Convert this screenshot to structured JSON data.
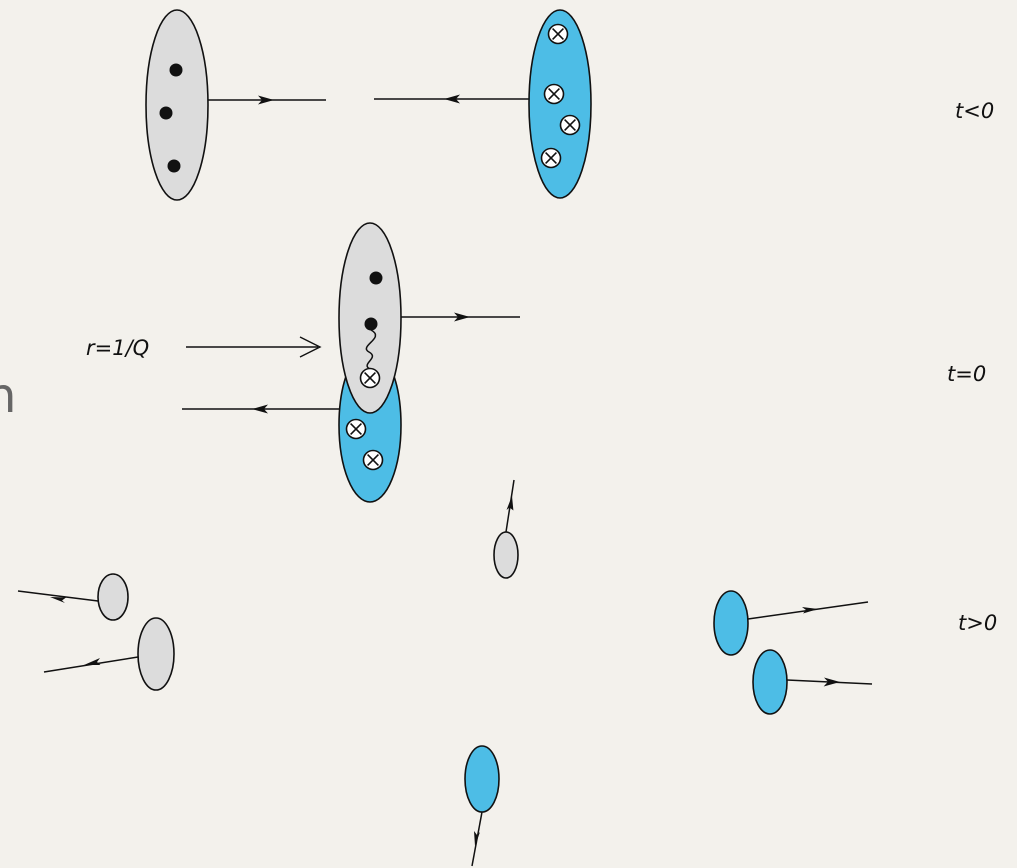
{
  "colors": {
    "background": "#f3f1ec",
    "grey_hadron": "#dcdcdc",
    "blue_hadron": "#4dbde6",
    "stroke": "#111111"
  },
  "labels": {
    "t_before": "t<0",
    "t_collision": "t=0",
    "t_after": "t>0",
    "resolution": "r=1/Q"
  },
  "edge_fragment": "n",
  "icons": {
    "parton": "filled-dot",
    "antiparton": "circled-cross",
    "exchange": "wavy-line",
    "momentum": "arrow"
  }
}
